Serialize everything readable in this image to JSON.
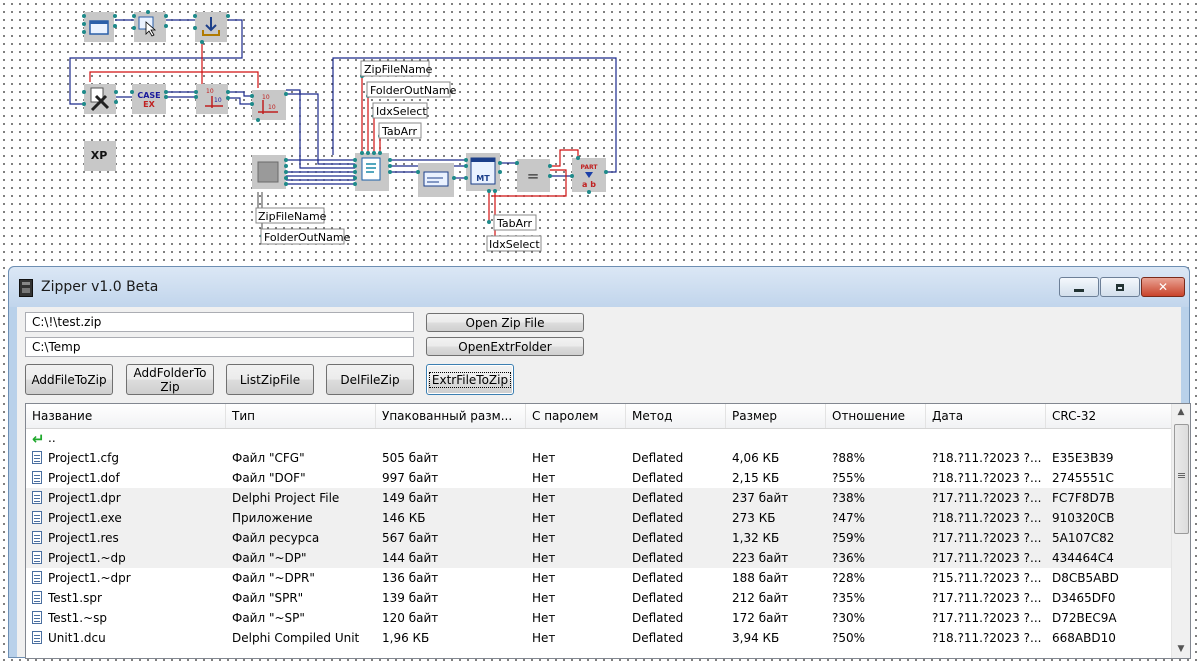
{
  "diagram": {
    "labels": {
      "zipfilename_top": "ZipFileName",
      "folderoutname_top": "FolderOutName",
      "idxselect_top": "IdxSelect",
      "tabarr_top": "TabArr",
      "zipfilename_bottom": "ZipFileName",
      "folderoutname_bottom": "FolderOutName",
      "tabarr_bottom": "TabArr",
      "idxselect_bottom": "IdxSelect"
    },
    "node_text": {
      "case_a": "CASE",
      "case_b": "EX",
      "xp": "XP",
      "num1": "10",
      "num2": "10",
      "part": "PART",
      "ab": "a b",
      "eq": "=",
      "mt": "MT"
    },
    "colors": {
      "wire_blue": "#1c2a8c",
      "wire_red": "#d01010",
      "node_bg": "#c8c8c8",
      "pin": "#1e8a8a"
    }
  },
  "window": {
    "title": "Zipper v1.0 Beta",
    "close_glyph": "✕",
    "zip_path": "C:\\!\\test.zip",
    "folder_path": "C:\\Temp",
    "buttons": {
      "open_zip": "Open Zip File",
      "open_extr": "OpenExtrFolder",
      "add_file": "AddFileToZip",
      "add_folder": "AddFolderTo Zip",
      "list_zip": "ListZipFile",
      "del_file": "DelFileZip",
      "extr_file": "ExtrFileToZip"
    },
    "columns": [
      "Название",
      "Тип",
      "Упакованный разм...",
      "С паролем",
      "Метод",
      "Размер",
      "Отношение",
      "Дата",
      "CRC-32"
    ],
    "parent_row": "..",
    "rows": [
      [
        "Project1.cfg",
        "Файл \"CFG\"",
        "505 байт",
        "Нет",
        "Deflated",
        "4,06 КБ",
        "?88%",
        "?18.?11.?2023 ?...",
        "E35E3B39"
      ],
      [
        "Project1.dof",
        "Файл \"DOF\"",
        "997 байт",
        "Нет",
        "Deflated",
        "2,15 КБ",
        "?55%",
        "?18.?11.?2023 ?...",
        "2745551C"
      ],
      [
        "Project1.dpr",
        "Delphi Project File",
        "149 байт",
        "Нет",
        "Deflated",
        "237 байт",
        "?38%",
        "?17.?11.?2023 ?...",
        "FC7F8D7B"
      ],
      [
        "Project1.exe",
        "Приложение",
        "146 КБ",
        "Нет",
        "Deflated",
        "273 КБ",
        "?47%",
        "?18.?11.?2023 ?...",
        "910320CB"
      ],
      [
        "Project1.res",
        "Файл ресурса",
        "567 байт",
        "Нет",
        "Deflated",
        "1,32 КБ",
        "?59%",
        "?17.?11.?2023 ?...",
        "5A107C82"
      ],
      [
        "Project1.~dp",
        "Файл \"~DP\"",
        "144 байт",
        "Нет",
        "Deflated",
        "223 байт",
        "?36%",
        "?17.?11.?2023 ?...",
        "434464C4"
      ],
      [
        "Project1.~dpr",
        "Файл \"~DPR\"",
        "136 байт",
        "Нет",
        "Deflated",
        "188 байт",
        "?28%",
        "?15.?11.?2023 ?...",
        "D8CB5ABD"
      ],
      [
        "Test1.spr",
        "Файл \"SPR\"",
        "139 байт",
        "Нет",
        "Deflated",
        "212 байт",
        "?35%",
        "?17.?11.?2023 ?...",
        "D3465DF0"
      ],
      [
        "Test1.~sp",
        "Файл \"~SP\"",
        "120 байт",
        "Нет",
        "Deflated",
        "172 байт",
        "?30%",
        "?17.?11.?2023 ?...",
        "D72BEC9A"
      ],
      [
        "Unit1.dcu",
        "Delphi Compiled Unit",
        "1,96 КБ",
        "Нет",
        "Deflated",
        "3,94 КБ",
        "?50%",
        "?18.?11.?2023 ?...",
        "668ABD10"
      ]
    ]
  }
}
